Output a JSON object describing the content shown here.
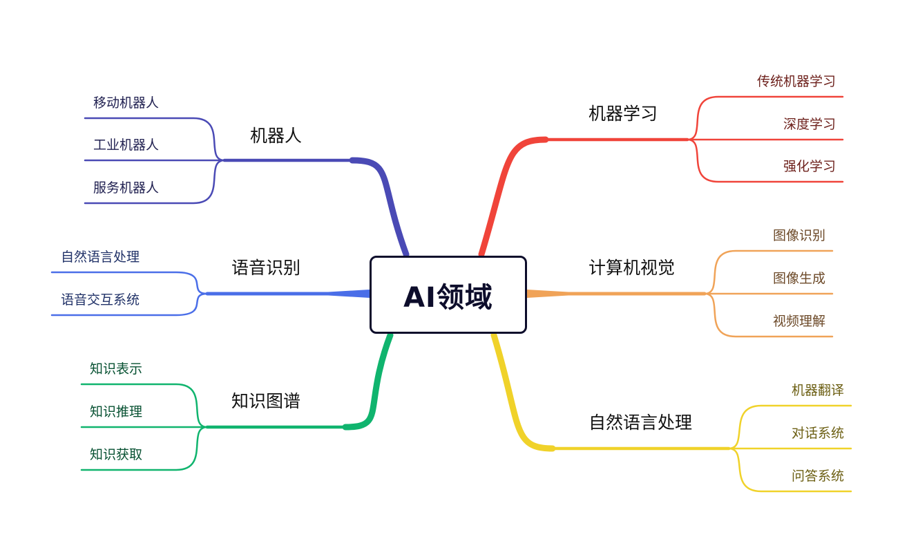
{
  "root": {
    "label": "AI领域"
  },
  "branches": [
    {
      "id": "ml",
      "label": "机器学习",
      "color": "#f0443a",
      "children": [
        "传统机器学习",
        "深度学习",
        "强化学习"
      ]
    },
    {
      "id": "cv",
      "label": "计算机视觉",
      "color": "#f0a358",
      "children": [
        "图像识别",
        "图像生成",
        "视频理解"
      ]
    },
    {
      "id": "nlp",
      "label": "自然语言处理",
      "color": "#f0d22a",
      "children": [
        "机器翻译",
        "对话系统",
        "问答系统"
      ]
    },
    {
      "id": "robot",
      "label": "机器人",
      "color": "#4a4ab5",
      "children": [
        "移动机器人",
        "工业机器人",
        "服务机器人"
      ]
    },
    {
      "id": "speech",
      "label": "语音识别",
      "color": "#4a6ee8",
      "children": [
        "自然语言处理",
        "语音交互系统"
      ]
    },
    {
      "id": "kg",
      "label": "知识图谱",
      "color": "#10b46e",
      "children": [
        "知识表示",
        "知识推理",
        "知识获取"
      ]
    }
  ]
}
